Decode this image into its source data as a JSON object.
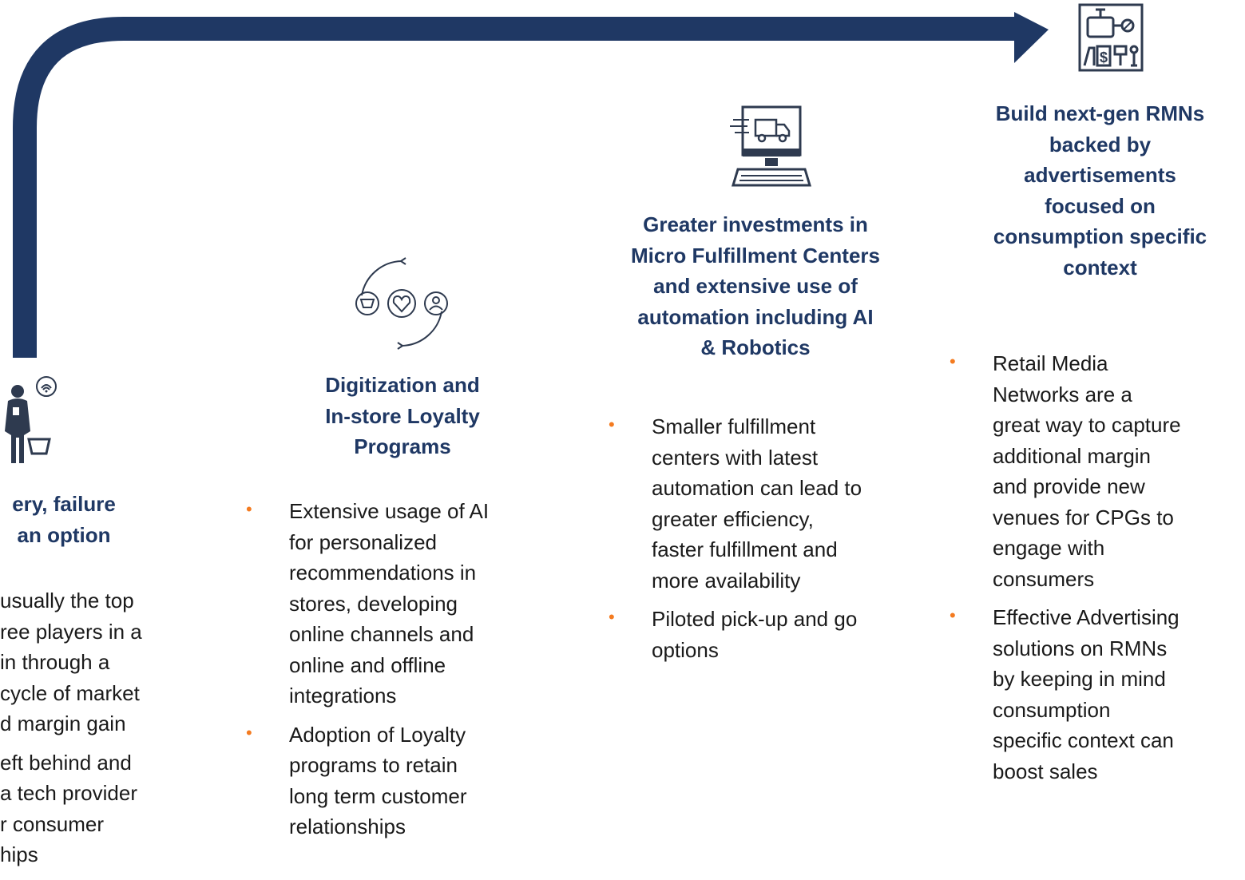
{
  "columns": [
    {
      "icon": "shopper-icon",
      "title_lines": [
        "ery, failure",
        "an option"
      ],
      "bullets": [
        [
          "usually the top",
          "ree players in a",
          "in  through a",
          "cycle of  market",
          "d margin gain"
        ],
        [
          "eft behind and",
          "a tech provider",
          "r  consumer",
          "hips"
        ]
      ]
    },
    {
      "icon": "loyalty-cycle-icon",
      "title_lines": [
        "Digitization and",
        "In-store Loyalty",
        "Programs"
      ],
      "bullets": [
        [
          "Extensive usage of AI",
          "for  personalized",
          "recommendations in",
          "stores, developing",
          "online channels  and",
          "online and offline",
          "integrations"
        ],
        [
          "Adoption of Loyalty",
          "programs to  retain",
          "long term customer",
          "relationships"
        ]
      ]
    },
    {
      "icon": "fulfillment-computer-icon",
      "title_lines": [
        "Greater investments in",
        "Micro Fulfillment Centers",
        "and extensive use of",
        "automation including AI",
        "&  Robotics"
      ],
      "bullets": [
        [
          "Smaller fulfillment",
          "centers with  latest",
          "automation can lead to",
          "greater efficiency,",
          "faster fulfillment  and",
          "more availability"
        ],
        [
          "Piloted pick-up and go",
          "options"
        ]
      ]
    },
    {
      "icon": "retail-media-store-icon",
      "title_lines": [
        "Build next-gen RMNs",
        "backed by",
        "advertisements",
        "focused on",
        "consumption  specific",
        "context"
      ],
      "bullets": [
        [
          "Retail Media",
          "Networks are a",
          "great way to capture",
          "additional  margin",
          "and provide new",
          "venues for CPGs to",
          "engage  with",
          "consumers"
        ],
        [
          "Effective Advertising",
          "solutions  on RMNs",
          "by keeping in mind",
          "consumption",
          "specific context  can",
          "boost sales"
        ]
      ]
    }
  ],
  "colors": {
    "arrow": "#1f3864",
    "title": "#1f3864",
    "bullet_dot": "#f47b20",
    "body_text": "#1a1a1a",
    "icon": "#2e3a4f"
  }
}
